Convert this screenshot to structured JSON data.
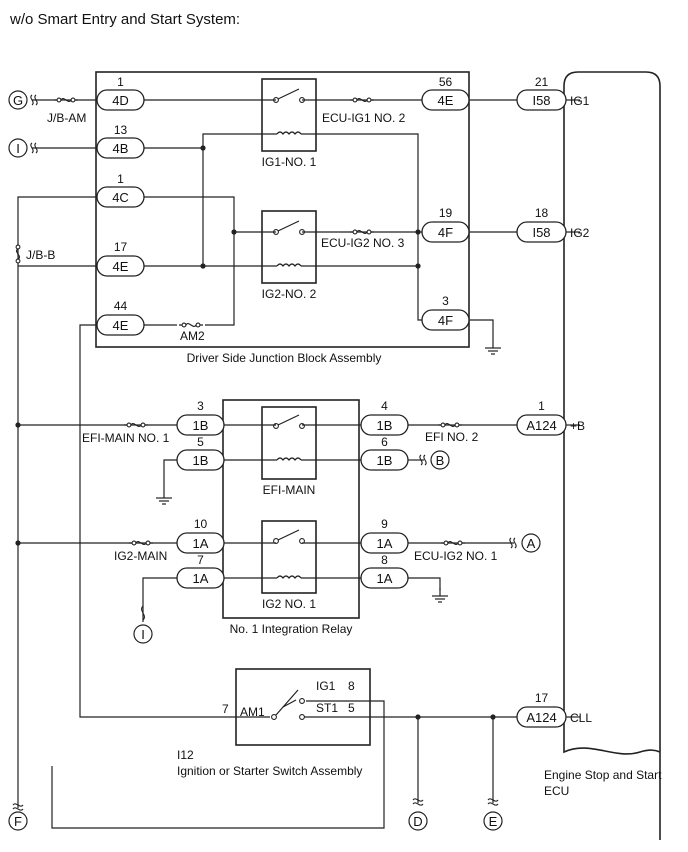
{
  "title": "w/o Smart Entry and Start System:",
  "blocks": {
    "jb_name": "Driver Side Junction Block Assembly",
    "ecu_name_line1": "Engine Stop and Start",
    "ecu_name_line2": "ECU",
    "relay_name": "No. 1 Integration Relay",
    "switch_code": "I12",
    "switch_name": "Ignition or Starter Switch Assembly"
  },
  "relays": {
    "ig1_no1": "IG1-NO. 1",
    "ig2_no2": "IG2-NO. 2",
    "efi_main": "EFI-MAIN",
    "ig2_no1": "IG2 NO. 1"
  },
  "fuses": {
    "jb_am": "J/B-AM",
    "jb_b": "J/B-B",
    "ecu_ig1_no2": "ECU-IG1 NO. 2",
    "ecu_ig2_no3": "ECU-IG2 NO. 3",
    "am2": "AM2",
    "efi_main_no1": "EFI-MAIN NO. 1",
    "efi_no2": "EFI NO. 2",
    "ig2_main": "IG2-MAIN",
    "ecu_ig2_no1": "ECU-IG2 NO. 1"
  },
  "connectors": {
    "jb_4d": {
      "pin": "1",
      "code": "4D"
    },
    "jb_4b": {
      "pin": "13",
      "code": "4B"
    },
    "jb_4c": {
      "pin": "1",
      "code": "4C"
    },
    "jb_4e_17": {
      "pin": "17",
      "code": "4E"
    },
    "jb_4e_44": {
      "pin": "44",
      "code": "4E"
    },
    "jb_4e_56": {
      "pin": "56",
      "code": "4E"
    },
    "jb_4f_19": {
      "pin": "19",
      "code": "4F"
    },
    "jb_4f_3": {
      "pin": "3",
      "code": "4F"
    },
    "ecu_i58_21": {
      "pin": "21",
      "code": "I58"
    },
    "ecu_i58_18": {
      "pin": "18",
      "code": "I58"
    },
    "ecu_a124_1": {
      "pin": "1",
      "code": "A124"
    },
    "ecu_a124_17": {
      "pin": "17",
      "code": "A124"
    },
    "r_1b_3": {
      "pin": "3",
      "code": "1B"
    },
    "r_1b_5": {
      "pin": "5",
      "code": "1B"
    },
    "r_1b_4": {
      "pin": "4",
      "code": "1B"
    },
    "r_1b_6": {
      "pin": "6",
      "code": "1B"
    },
    "r_1a_10": {
      "pin": "10",
      "code": "1A"
    },
    "r_1a_7": {
      "pin": "7",
      "code": "1A"
    },
    "r_1a_9": {
      "pin": "9",
      "code": "1A"
    },
    "r_1a_8": {
      "pin": "8",
      "code": "1A"
    }
  },
  "signals": {
    "ig1": "IG1",
    "ig2": "IG2",
    "plus_b": "+B",
    "cll": "CLL"
  },
  "switch_terms": {
    "am1": "AM1",
    "am1_pin": "7",
    "ig1": "IG1",
    "ig1_pin": "8",
    "st1": "ST1",
    "st1_pin": "5"
  },
  "refs": {
    "g": "G",
    "i_left": "I",
    "i_bottom": "I",
    "b": "B",
    "a": "A",
    "f": "F",
    "d": "D",
    "e": "E"
  }
}
